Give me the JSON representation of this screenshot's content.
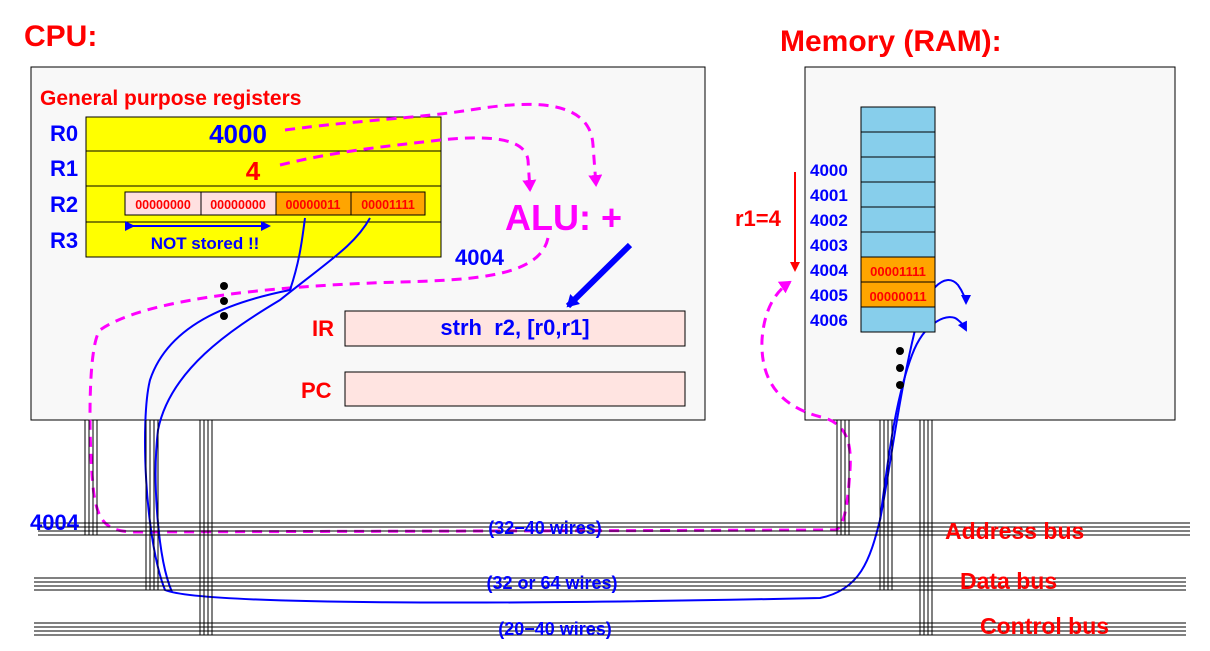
{
  "titles": {
    "cpu": "CPU:",
    "memory": "Memory (RAM):"
  },
  "registers": {
    "heading": "General purpose registers",
    "names": [
      "R0",
      "R1",
      "R2",
      "R3"
    ],
    "r0_value": "4000",
    "r1_value": "4",
    "r2_bytes": [
      "00000000",
      "00000000",
      "00000011",
      "00001111"
    ],
    "not_stored": "NOT stored !!"
  },
  "alu": {
    "label": "ALU: +",
    "result": "4004"
  },
  "ir": {
    "label": "IR",
    "instruction": "strh  r2, [r0,r1]"
  },
  "pc": {
    "label": "PC",
    "value": ""
  },
  "memory": {
    "addresses": [
      "4000",
      "4001",
      "4002",
      "4003",
      "4004",
      "4005",
      "4006"
    ],
    "values": {
      "4004": "00001111",
      "4005": "00000011"
    },
    "offset_label": "r1=4"
  },
  "buses": {
    "address_value": "4004",
    "address": {
      "name": "Address bus",
      "wires": "(32−40 wires)"
    },
    "data": {
      "name": "Data bus",
      "wires": "(32 or 64 wires)"
    },
    "control": {
      "name": "Control bus",
      "wires": "(20−40 wires)"
    }
  },
  "colors": {
    "title_red": "#ff0000",
    "label_blue": "#0000ff",
    "register_yellow": "#ffff00",
    "byte_pink": "#ffe0e0",
    "byte_orange": "#ffa500",
    "memory_cell": "#87ceeb",
    "alu_magenta": "#ff00ff",
    "ir_pink": "#ffe4e1"
  }
}
